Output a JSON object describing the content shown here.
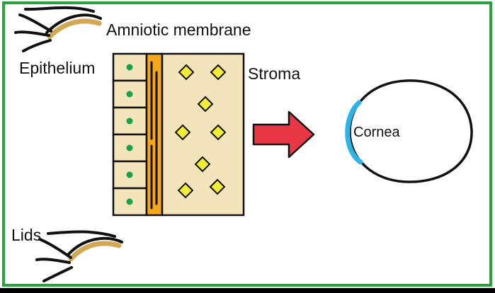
{
  "labels": {
    "amniotic_membrane": "Amniotic membrane",
    "epithelium": "Epithelium",
    "stroma": "Stroma",
    "cornea": "Cornea",
    "lids": "Lids"
  },
  "colors": {
    "frame_green": "#2aa23c",
    "cell_fill": "#f4e4bb",
    "stroma_fill": "#f4e4bb",
    "membrane_orange": "#f6a81c",
    "dot_green": "#18a04b",
    "diamond_yellow": "#f3ee33",
    "arrow_red": "#e93845",
    "cornea_cyan": "#2ab5e8",
    "lash_tan": "#d2a855",
    "outline_black": "#111111"
  },
  "diagram": {
    "type": "diagram",
    "epithelium_cells": 6,
    "stroma_diamonds": 8
  }
}
